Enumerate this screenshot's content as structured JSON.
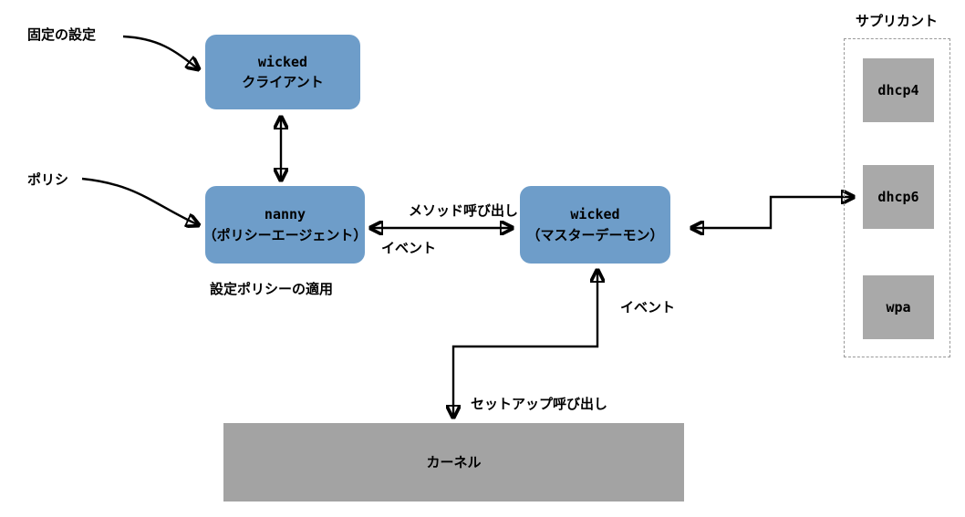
{
  "labels": {
    "static_config": "固定の設定",
    "policy": "ポリシ",
    "apply_policy": "設定ポリシーの適用",
    "method_call": "メソッド呼び出し",
    "event_left": "イベント",
    "event_right": "イベント",
    "setup_call": "セットアップ呼び出し",
    "supplicant": "サプリカント"
  },
  "nodes": {
    "wicked_client": {
      "line1": "wicked",
      "line2": "クライアント"
    },
    "nanny": {
      "line1": "nanny",
      "line2": "（ポリシーエージェント）"
    },
    "wicked_master": {
      "line1": "wicked",
      "line2": "（マスターデーモン）"
    },
    "dhcp4": {
      "label": "dhcp4"
    },
    "dhcp6": {
      "label": "dhcp6"
    },
    "wpa": {
      "label": "wpa"
    },
    "kernel": {
      "label": "カーネル"
    }
  },
  "colors": {
    "node_blue": "#6e9dc9",
    "node_gray": "#a9a9a9",
    "kernel_gray": "#a3a3a3",
    "dash_border": "#999999"
  }
}
